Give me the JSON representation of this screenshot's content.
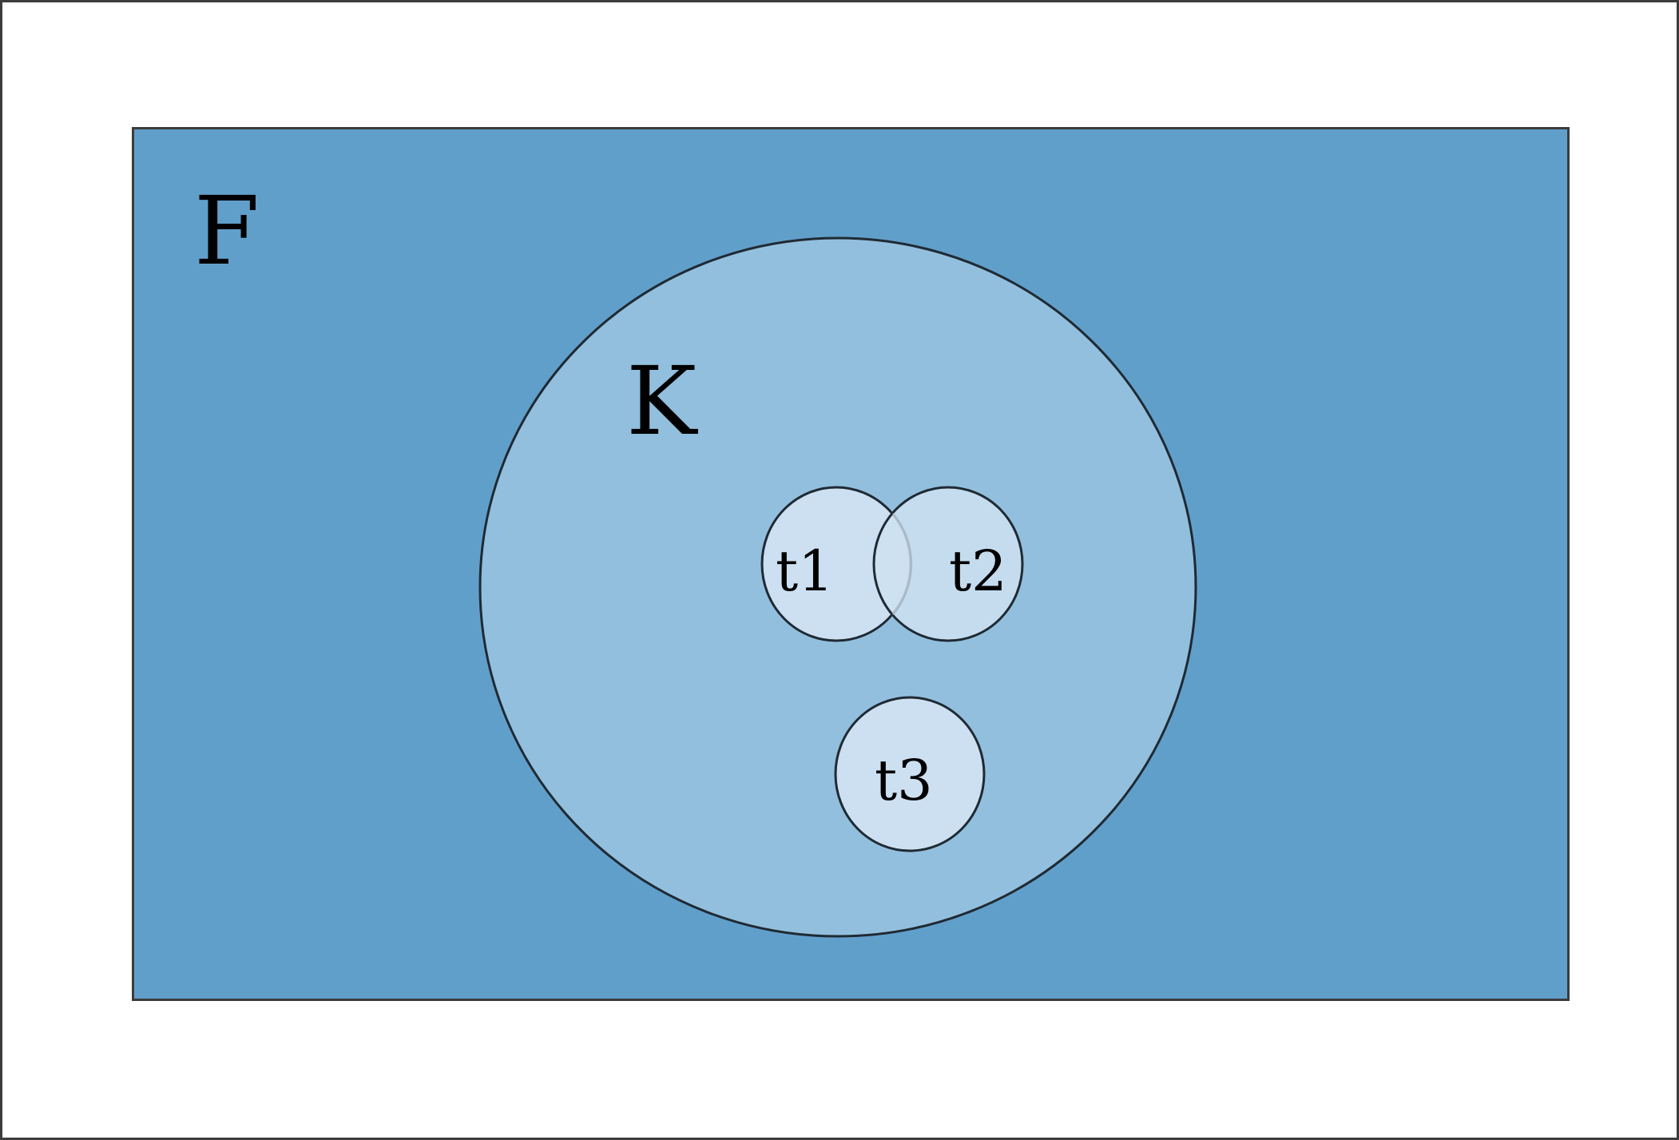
{
  "diagram": {
    "type": "venn",
    "sets": [
      {
        "id": "F",
        "label": "F",
        "shape": "rectangle",
        "contains": [
          "K"
        ]
      },
      {
        "id": "K",
        "label": "K",
        "shape": "circle",
        "contains": [
          "t1",
          "t2",
          "t3"
        ]
      },
      {
        "id": "t1",
        "label": "t1",
        "shape": "circle",
        "overlaps": [
          "t2"
        ]
      },
      {
        "id": "t2",
        "label": "t2",
        "shape": "circle",
        "overlaps": [
          "t1"
        ]
      },
      {
        "id": "t3",
        "label": "t3",
        "shape": "circle",
        "overlaps": []
      }
    ]
  },
  "colors": {
    "frame_stroke": "#3c3c3c",
    "outer_background": "#ffffff",
    "F_fill": "#619fcb",
    "K_fill": "#92bfdd",
    "t_fill": "#cce0f1",
    "stroke": "#1f2a33",
    "label": "#000000"
  }
}
